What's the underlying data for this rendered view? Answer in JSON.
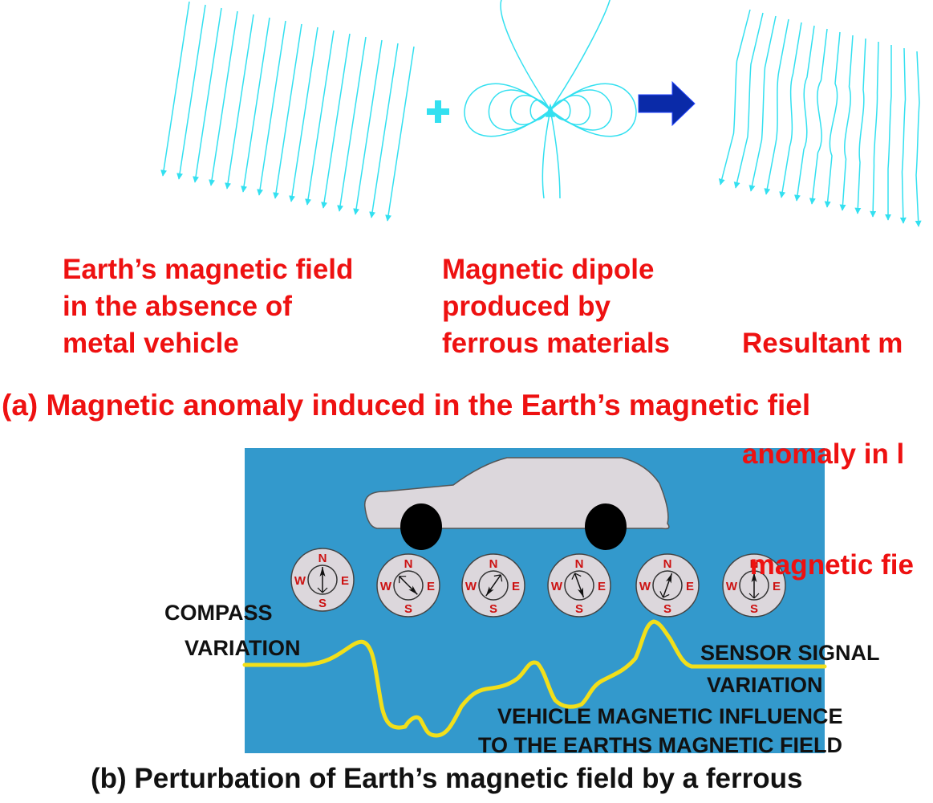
{
  "colors": {
    "field_line": "#33e0f0",
    "arrow": "#0a2aa8",
    "label_red": "#ee1111",
    "panel_blue": "#3399cc",
    "signal_yellow": "#f2df1a",
    "car_body": "#dcd7dc",
    "compass_letter": "#cc1111"
  },
  "icons": {
    "plus": "plus-icon",
    "arrow": "right-arrow-icon"
  },
  "part_a": {
    "panel1_label": [
      "Earth’s magnetic field",
      "in the absence of",
      "metal vehicle"
    ],
    "panel2_label": [
      "Magnetic dipole",
      "produced by",
      "ferrous materials"
    ],
    "panel3_label": [
      "Resultant m",
      "anomaly in l",
      " magnetic fie"
    ],
    "caption": "(a) Magnetic anomaly induced in the Earth’s  magnetic fiel"
  },
  "part_b": {
    "compass_variation": [
      "COMPASS",
      "VARIATION"
    ],
    "sensor_signal": [
      "SENSOR SIGNAL",
      "VARIATION"
    ],
    "vehicle_influence": [
      "VEHICLE MAGNETIC INFLUENCE",
      "TO THE EARTHS MAGNETIC FIELD"
    ],
    "compass_letters": {
      "n": "N",
      "s": "S",
      "e": "E",
      "w": "W"
    },
    "caption": "(b) Perturbation of Earth’s magnetic field by a ferrous"
  }
}
